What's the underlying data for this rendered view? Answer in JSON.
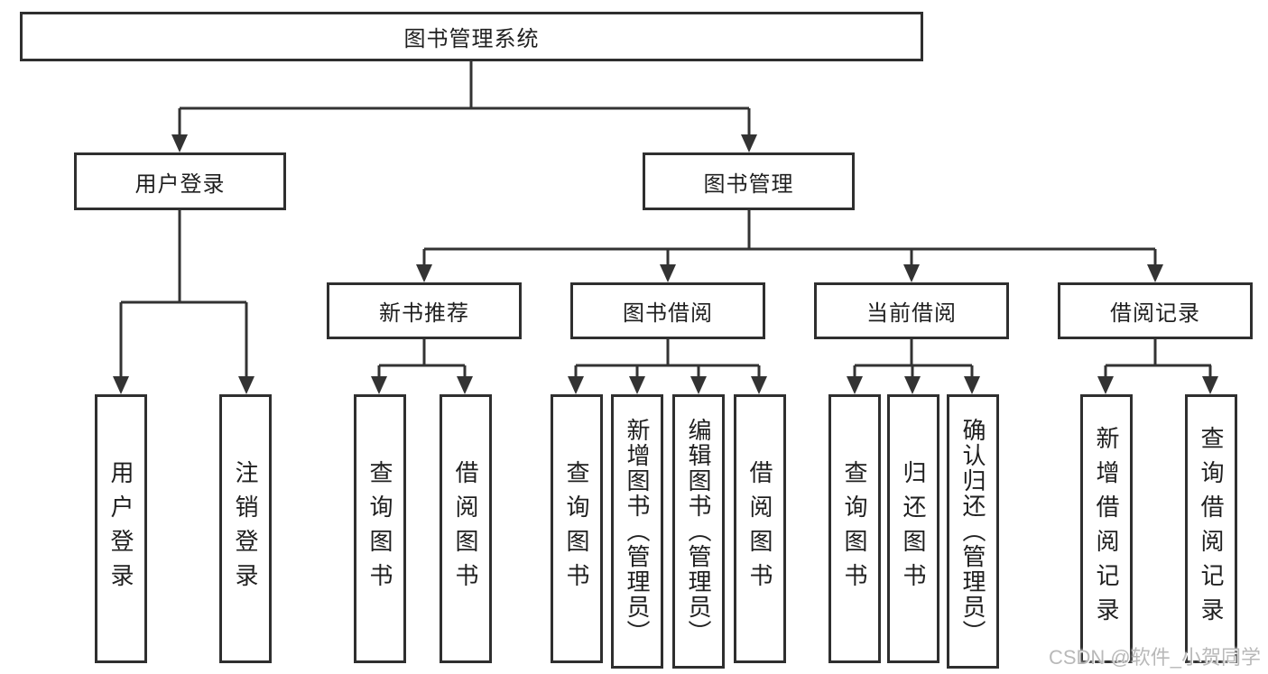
{
  "diagram": {
    "root": {
      "label": "图书管理系统"
    },
    "level2": [
      {
        "label": "用户登录"
      },
      {
        "label": "图书管理"
      }
    ],
    "level3": [
      {
        "label": "新书推荐"
      },
      {
        "label": "图书借阅"
      },
      {
        "label": "当前借阅"
      },
      {
        "label": "借阅记录"
      }
    ],
    "leaves": {
      "login": [
        {
          "label": "用户登录"
        },
        {
          "label": "注销登录"
        }
      ],
      "newbook": [
        {
          "label": "查询图书"
        },
        {
          "label": "借阅图书"
        }
      ],
      "borrow": [
        {
          "label": "查询图书"
        },
        {
          "label": "新增图书（管理员）"
        },
        {
          "label": "编辑图书（管理员）"
        },
        {
          "label": "借阅图书"
        }
      ],
      "current": [
        {
          "label": "查询图书"
        },
        {
          "label": "归还图书"
        },
        {
          "label": "确认归还（管理员）"
        }
      ],
      "records": [
        {
          "label": "新增借阅记录"
        },
        {
          "label": "查询借阅记录"
        }
      ]
    },
    "watermark": "CSDN @软件_小贺同学",
    "colors": {
      "line": "#333333",
      "border": "#2f2f2f",
      "text": "#1f1f1f",
      "watermark": "#b9b9b9",
      "background": "#ffffff"
    }
  }
}
